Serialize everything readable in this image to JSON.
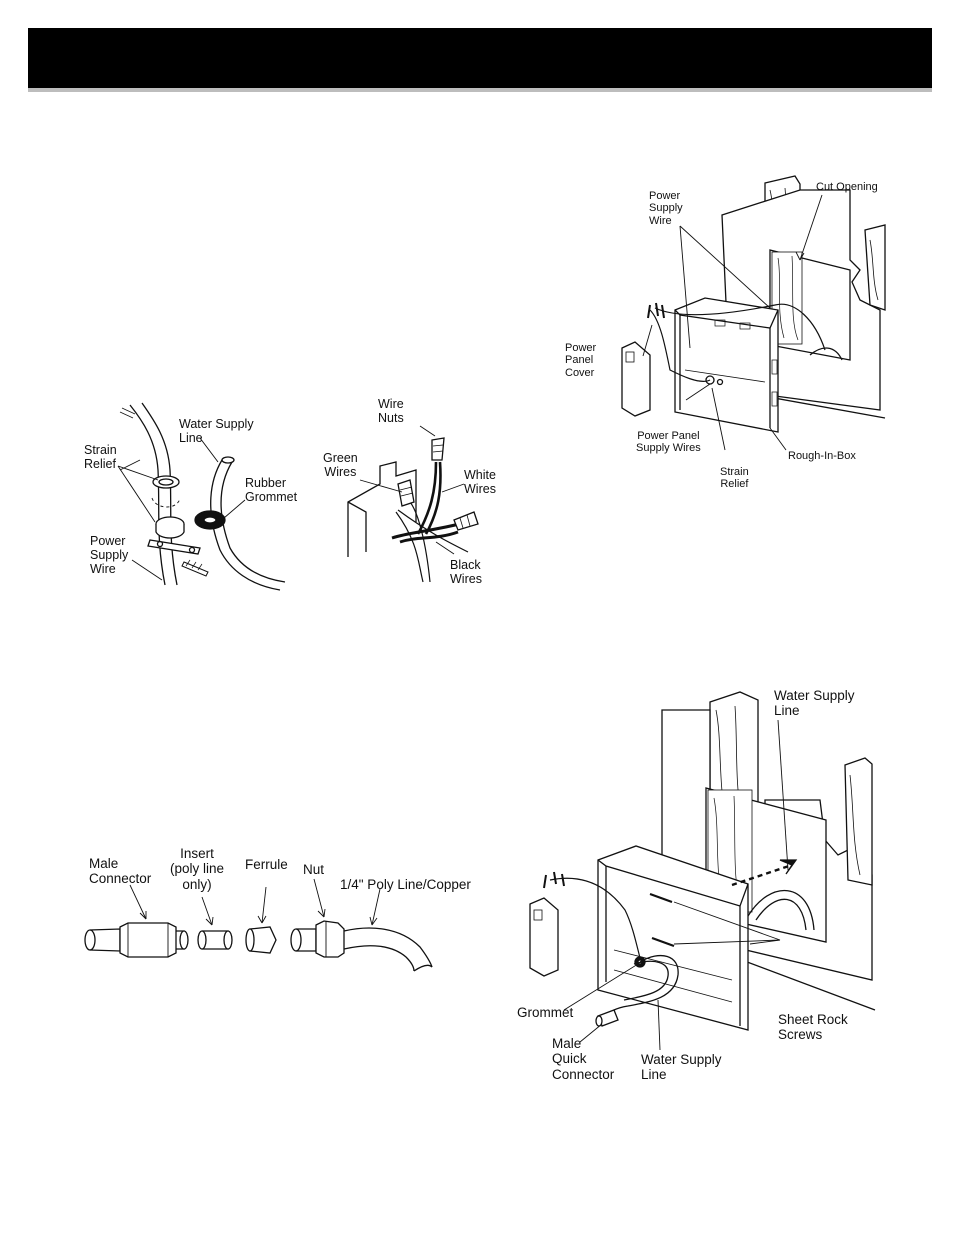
{
  "header": {
    "title": ""
  },
  "figure_rough_in_box": {
    "labels": {
      "power_supply_wire": "Power\nSupply\nWire",
      "cut_opening": "Cut Opening",
      "power_panel_cover": "Power\nPanel\nCover",
      "power_panel_supply_wires": "Power Panel\nSupply Wires",
      "strain_relief": "Strain\nRelief",
      "rough_in_box": "Rough-In-Box"
    }
  },
  "figure_strain_relief": {
    "labels": {
      "strain_relief": "Strain\nRelief",
      "water_supply_line": "Water Supply\nLine",
      "rubber_grommet": "Rubber\nGrommet",
      "power_supply_wire": "Power\nSupply\nWire"
    }
  },
  "figure_wire_nuts": {
    "labels": {
      "wire_nuts": "Wire\nNuts",
      "green_wires": "Green\nWires",
      "white_wires": "White\nWires",
      "black_wires": "Black\nWires"
    }
  },
  "figure_fittings": {
    "labels": {
      "male_connector": "Male\nConnector",
      "insert": "Insert\n(poly line\nonly)",
      "ferrule": "Ferrule",
      "nut": "Nut",
      "poly_line": "1/4\" Poly Line/Copper"
    }
  },
  "figure_water_supply": {
    "labels": {
      "water_supply_line_top": "Water Supply\nLine",
      "grommet": "Grommet",
      "sheet_rock_screws": "Sheet Rock\nScrews",
      "male_quick_connector": "Male\nQuick\nConnector",
      "water_supply_line_bottom": "Water Supply\nLine"
    }
  }
}
